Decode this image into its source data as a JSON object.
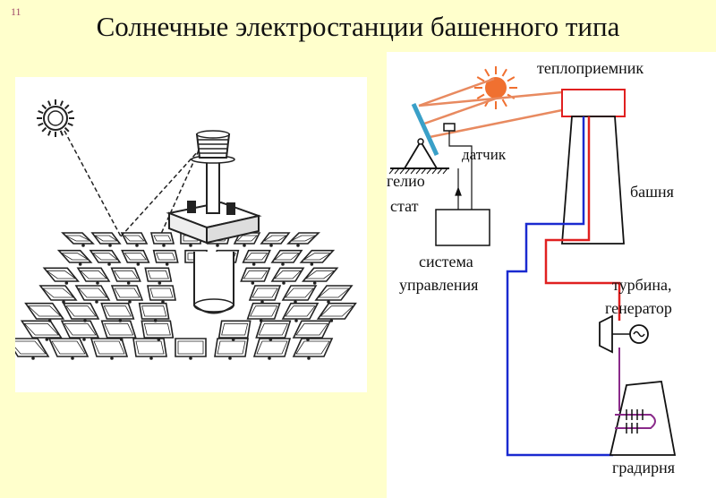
{
  "slide": {
    "number": "11",
    "title": "Солнечные электростанции башенного типа"
  },
  "right_diagram": {
    "labels": {
      "receiver": "теплоприемник",
      "sensor": "датчик",
      "heliostat_line1": "гелио",
      "heliostat_line2": "стат",
      "tower": "башня",
      "control_line1": "система",
      "control_line2": "управления",
      "turbine_line1": "турбина,",
      "turbine_line2": "генератор",
      "cooling_tower": "градирня"
    },
    "colors": {
      "hot": "#e02020",
      "cold": "#1a2ad0",
      "beam": "#e88a60",
      "sun": "#f07030",
      "mirror": "#3aa0c8",
      "loop": "#8a2a8a"
    }
  }
}
